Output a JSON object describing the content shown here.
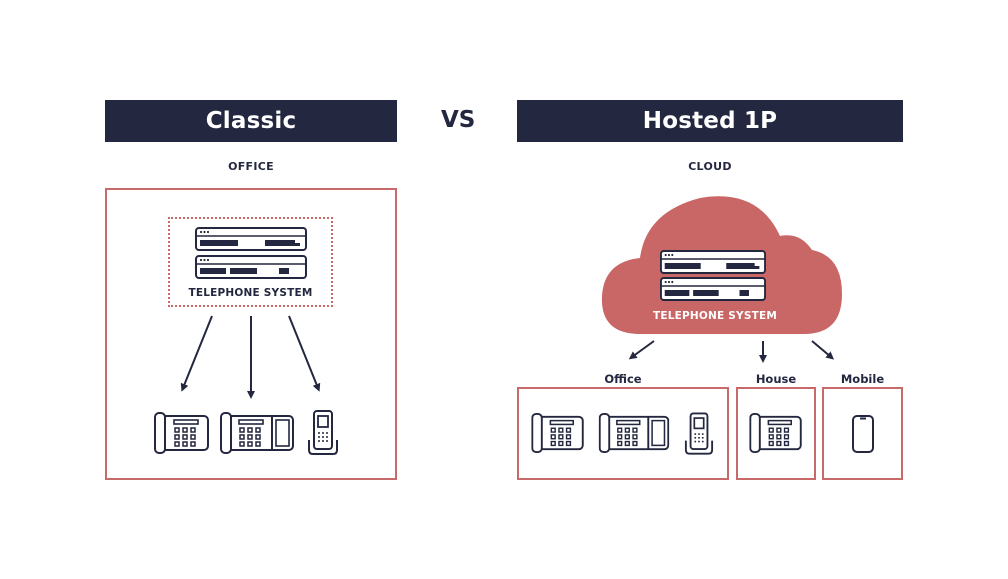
{
  "left": {
    "title": "Classic",
    "location_caption": "OFFICE",
    "system_label": "TELEPHONE SYSTEM",
    "devices": [
      "desk-phone",
      "desk-phone-with-display",
      "cordless-phone"
    ]
  },
  "vs_label": "VS",
  "right": {
    "title": "Hosted 1P",
    "location_caption": "CLOUD",
    "system_label": "TELEPHONE SYSTEM",
    "destinations": [
      {
        "label": "Office",
        "devices": [
          "desk-phone",
          "desk-phone-with-display",
          "cordless-phone"
        ]
      },
      {
        "label": "House",
        "devices": [
          "desk-phone"
        ]
      },
      {
        "label": "Mobile",
        "devices": [
          "smartphone"
        ]
      }
    ]
  },
  "colors": {
    "navy": "#23273f",
    "accent_red": "#c96a6a",
    "cloud_fill": "#c96666",
    "background": "#ffffff"
  }
}
